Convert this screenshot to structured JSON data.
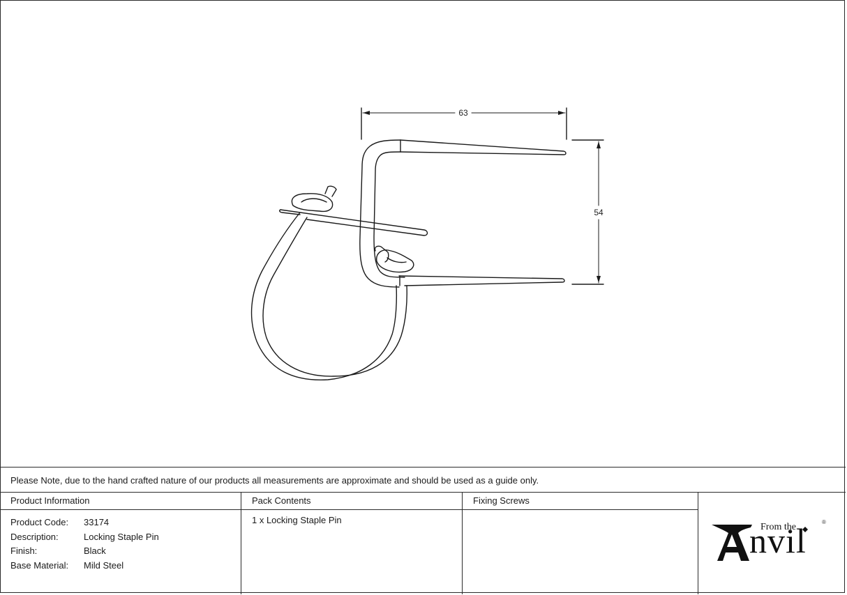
{
  "drawing": {
    "title": "Locking Staple Pin technical drawing",
    "dimensions": {
      "width_label": "63",
      "height_label": "54"
    }
  },
  "note": {
    "text": "Please Note, due to the hand crafted nature of our products all measurements are approximate and should be used as a guide only."
  },
  "product_information": {
    "heading": "Product Information",
    "rows": [
      {
        "label": "Product Code:",
        "value": "33174"
      },
      {
        "label": "Description:",
        "value": "Locking Staple Pin"
      },
      {
        "label": "Finish:",
        "value": "Black"
      },
      {
        "label": "Base Material:",
        "value": "Mild Steel"
      }
    ]
  },
  "pack_contents": {
    "heading": "Pack Contents",
    "items": [
      "1 x Locking Staple Pin"
    ]
  },
  "fixing_screws": {
    "heading": "Fixing Screws",
    "items": []
  },
  "logo": {
    "small_text": "From the",
    "brand": "Anvil",
    "registered": "®"
  }
}
